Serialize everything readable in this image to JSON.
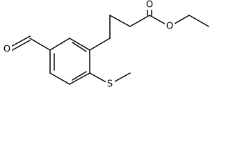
{
  "molecule": {
    "atoms": {
      "aldehyde_oxygen": "O",
      "carbonyl_oxygen": "O",
      "ester_oxygen": "O",
      "sulfur": "S"
    }
  }
}
